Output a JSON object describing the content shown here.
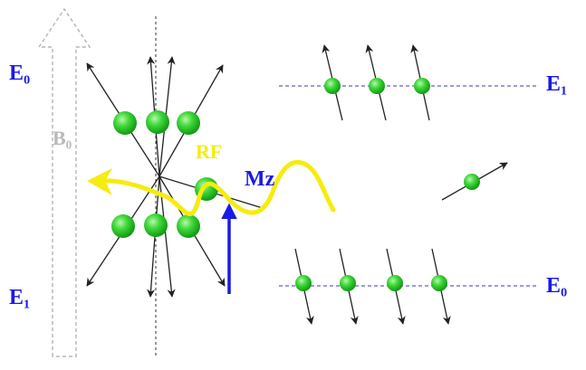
{
  "labels": {
    "e0_left": "E₀",
    "e1_left": "E₁",
    "b0": "B₀",
    "rf": "RF",
    "mz": "Mz",
    "e1_right": "E₁",
    "e0_right": "E₀"
  },
  "colors": {
    "energy_label": "#1a1ae6",
    "b0_label": "#b8b8b8",
    "rf": "#f5ec10",
    "mz_arrow": "#1a1ae6",
    "spin_ball": "#2fcf2f",
    "level_line": "#5f5fd6"
  }
}
